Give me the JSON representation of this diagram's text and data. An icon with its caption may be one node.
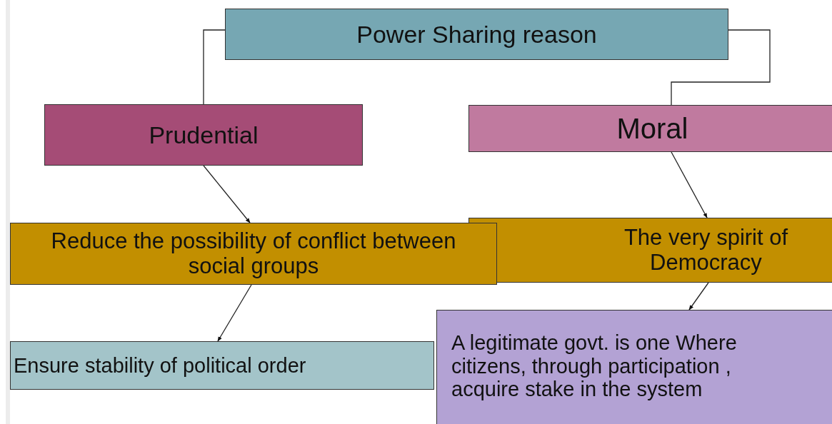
{
  "diagram": {
    "nodes": [
      {
        "text": [
          "Power Sharing reason"
        ]
      },
      {
        "text": [
          "Prudential"
        ]
      },
      {
        "text": [
          "Moral"
        ]
      },
      {
        "text": [
          "Reduce the possibility of conflict between social groups"
        ]
      },
      {
        "text": [
          "The very spirit of Democracy"
        ]
      },
      {
        "text": [
          "Ensure stability of political order"
        ]
      },
      {
        "text": [
          "A legitimate govt. is one Where citizens, through participation , acquire stake in the system"
        ]
      }
    ],
    "edges": [
      {
        "from": 0,
        "to": 1,
        "arrow": "none"
      },
      {
        "from": 0,
        "to": 2,
        "arrow": "none"
      },
      {
        "from": 1,
        "to": 3,
        "arrow": "to"
      },
      {
        "from": 2,
        "to": 4,
        "arrow": "to"
      },
      {
        "from": 3,
        "to": 5,
        "arrow": "to"
      },
      {
        "from": 4,
        "to": 6,
        "arrow": "to"
      }
    ]
  }
}
